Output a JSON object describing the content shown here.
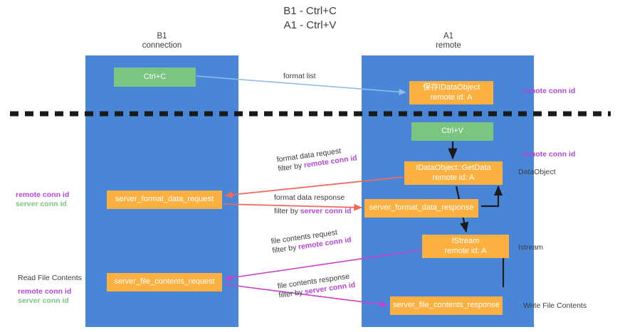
{
  "title": {
    "line1": "B1 - Ctrl+C",
    "line2": "A1 - Ctrl+V"
  },
  "lanes": [
    {
      "name": "B1",
      "subtitle": "connection",
      "color": "#4a86d8"
    },
    {
      "name": "A1",
      "subtitle": "remote",
      "color": "#4a86d8"
    }
  ],
  "colors": {
    "lane": "#4a86d8",
    "green_node": "#7ac57f",
    "orange_node": "#fbb040",
    "remote_conn_id": "#b347d6",
    "server_conn_id": "#7ac57f",
    "arrow_blue": "#8fbce8",
    "arrow_red": "#f2695c",
    "arrow_magenta": "#cc3fcc",
    "arrow_black": "#1a1a1a",
    "divider": "#1a1a1a"
  },
  "nodes": {
    "ctrl_c": {
      "label": "Ctrl+C",
      "style": "green"
    },
    "idataobject": {
      "line1": "保存IDataObject",
      "line2": "remote id: A",
      "style": "orange"
    },
    "ctrl_v": {
      "label": "Ctrl+V",
      "style": "green"
    },
    "getdata": {
      "line1": "IDataObject::GetData",
      "line2": "remote id: A",
      "style": "orange"
    },
    "server_format_data_request": {
      "label": "server_format_data_request",
      "style": "orange"
    },
    "server_format_data_response": {
      "label": "server_format_data_response",
      "style": "orange"
    },
    "istream": {
      "line1": "IStream",
      "line2": "remote id: A",
      "style": "orange"
    },
    "server_file_contents_request": {
      "label": "server_file_contents_request",
      "style": "orange"
    },
    "server_file_contents_response": {
      "label": "server_file_contents_response",
      "style": "orange"
    }
  },
  "edges": {
    "format_list": {
      "label": "format list"
    },
    "format_data_request": {
      "line1": "format data request",
      "filter_prefix": "filter by ",
      "filter_key": "remote conn id"
    },
    "format_data_response": {
      "line1": "format data response",
      "filter_prefix": "filter by ",
      "filter_key": "server conn id"
    },
    "file_contents_request": {
      "line1": "file contents request",
      "filter_prefix": "filter by ",
      "filter_key": "remote conn id"
    },
    "file_contents_response": {
      "line1": "file contents response",
      "filter_prefix": "filter by ",
      "filter_key": "server conn id"
    }
  },
  "side_labels": {
    "remote_conn_id_top": "remote conn id",
    "remote_conn_id_mid": "remote conn id",
    "dataobject": "DataObject",
    "istream": "Istream",
    "write_file_contents": "Write File Contents"
  },
  "left_legend": {
    "group1": {
      "remote": "remote conn id",
      "server": "server conn id"
    },
    "group2": {
      "heading": "Read File Contents",
      "remote": "remote conn id",
      "server": "server conn id"
    }
  }
}
